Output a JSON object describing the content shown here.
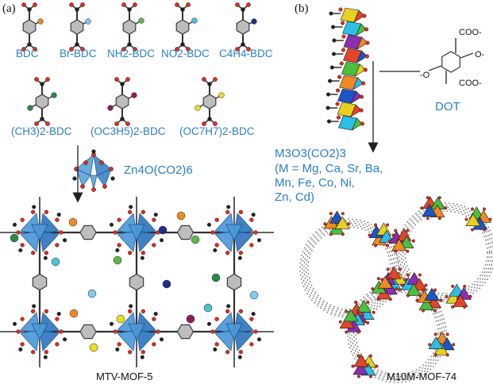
{
  "panel_a": {
    "label": "(a)",
    "linkers_row1": [
      "BDC",
      "Br-BDC",
      "NH2-BDC",
      "NO2-BDC",
      "C4H4-BDC"
    ],
    "linkers_row2": [
      "(CH3)2-BDC",
      "(OC3H5)2-BDC",
      "(OC7H7)2-BDC"
    ],
    "sbu_label": "Zn4O(CO2)6",
    "caption": "MTV-MOF-5",
    "substituent_colors": [
      "#f08a24",
      "#86c8ee",
      "#5cb84a",
      "#4fc1d6",
      "#1c2f8c",
      "#2a8a4a",
      "#8e1a5a",
      "#e8e020"
    ]
  },
  "panel_b": {
    "label": "(b)",
    "linker_label": "DOT",
    "carboxylate_label": "COO-",
    "oxide_label": "-O",
    "oxide_label_right": "O-",
    "formula": "M3O3(CO2)3",
    "metals": [
      "(M = Mg, Ca, Sr, Ba,",
      "Mn, Fe, Co, Ni,",
      "Zn, Cd)"
    ],
    "caption": "M10M-MOF-74",
    "octahedra_colors": [
      "#e8d021",
      "#2dbde6",
      "#8a2fb0",
      "#e2452a",
      "#4cbf3e",
      "#f08a24",
      "#1d55c4"
    ]
  }
}
